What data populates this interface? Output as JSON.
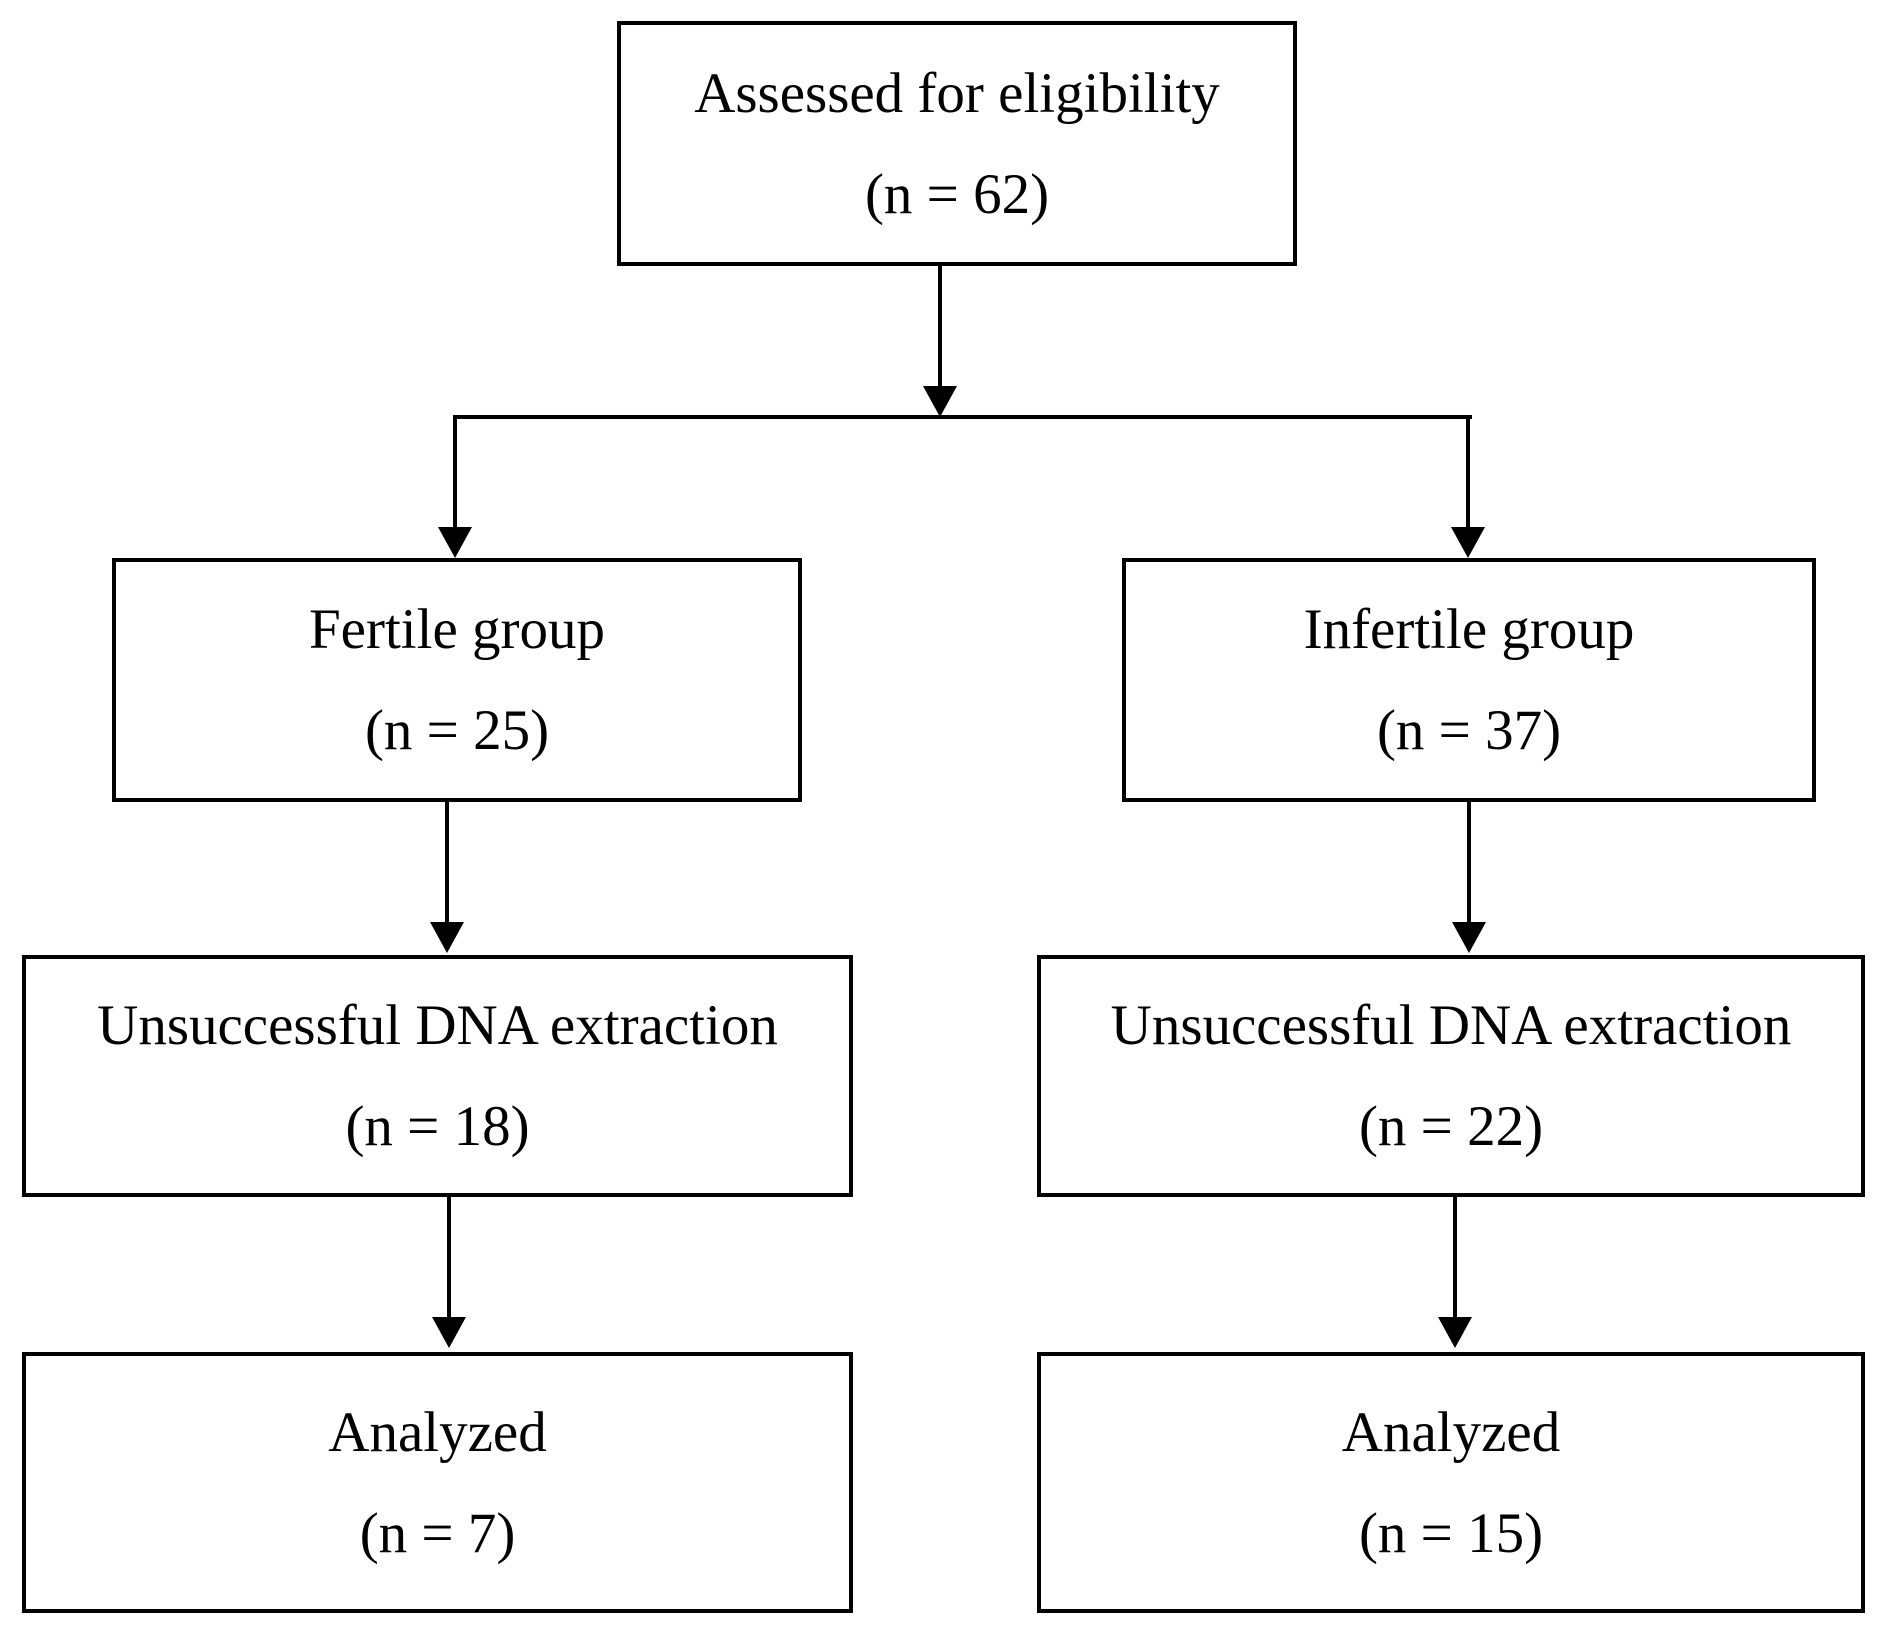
{
  "diagram": {
    "type": "flowchart",
    "description": "Participant flow diagram with fertile and infertile study arms",
    "colors": {
      "background": "#ffffff",
      "box_border": "#000000",
      "text": "#000000",
      "connector": "#000000"
    },
    "boxes": {
      "eligibility": {
        "label": "Assessed for eligibility",
        "n": "(n = 62)"
      },
      "fertile": {
        "label": "Fertile group",
        "n": "(n = 25)"
      },
      "infertile": {
        "label": "Infertile group",
        "n": "(n = 37)"
      },
      "fertile_dna": {
        "label": "Unsuccessful DNA extraction",
        "n": "(n = 18)"
      },
      "infertile_dna": {
        "label": "Unsuccessful DNA extraction",
        "n": "(n = 22)"
      },
      "fertile_analyzed": {
        "label": "Analyzed",
        "n": "(n = 7)"
      },
      "infertile_analyzed": {
        "label": "Analyzed",
        "n": "(n = 15)"
      }
    },
    "edges": [
      {
        "from": "eligibility",
        "to": "fertile"
      },
      {
        "from": "eligibility",
        "to": "infertile"
      },
      {
        "from": "fertile",
        "to": "fertile_dna"
      },
      {
        "from": "infertile",
        "to": "infertile_dna"
      },
      {
        "from": "fertile_dna",
        "to": "fertile_analyzed"
      },
      {
        "from": "infertile_dna",
        "to": "infertile_analyzed"
      }
    ]
  }
}
